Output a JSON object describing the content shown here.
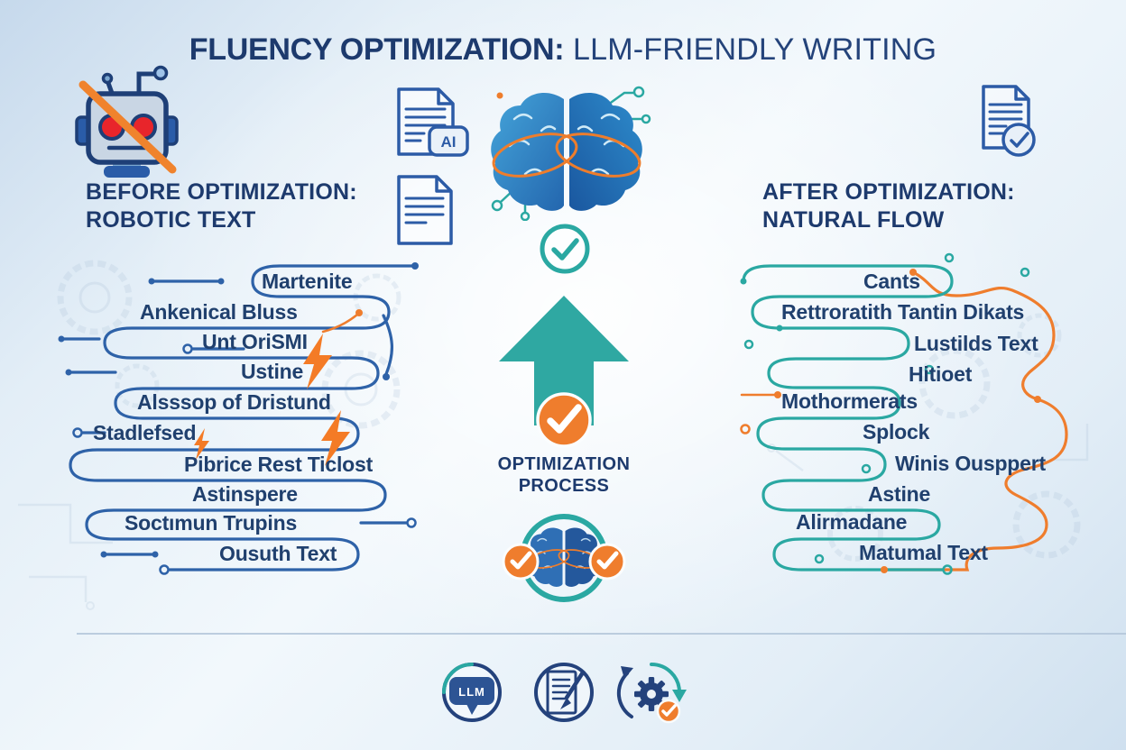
{
  "title": {
    "emphasis": "FLUENCY OPTIMIZATION:",
    "rest": " LLM-FRIENDLY WRITING"
  },
  "before_panel": {
    "heading_line1": "BEFORE OPTIMIZATION:",
    "heading_line2": "ROBOTIC TEXT",
    "items": [
      "Martenite",
      "Ankenical Bluss",
      "Unt OriSMI",
      "Ustine",
      "Alsssop of Dristund",
      "Stadlefsed",
      "Pibrice Rest Ticlost",
      "Astinspere",
      "Soctımun Trupins",
      "Ousuth Text"
    ]
  },
  "after_panel": {
    "heading_line1": "AFTER OPTIMIZATION:",
    "heading_line2": "NATURAL FLOW",
    "items": [
      "Cants",
      "Rettroratith Tantin Dikats",
      "Lustilds Text",
      "Hitioet",
      "Mothormerats",
      "Splock",
      "Winis Ousppert",
      "Astine",
      "Alirmadane",
      "Matumal Text"
    ]
  },
  "center": {
    "process_label_line1": "OPTIMIZATION",
    "process_label_line2": "PROCESS",
    "ai_badge_label": "AI"
  },
  "footer": {
    "llm_bubble_label": "LLM"
  },
  "icons": {
    "left_top": "robot-crossed-icon",
    "center_docs": [
      "ai-document-icon",
      "document-icon"
    ],
    "center_flow": [
      "brain-infinity-icon",
      "check-circle-teal-icon",
      "up-arrow-icon",
      "check-circle-orange-icon",
      "brain-ring-checks-icon"
    ],
    "right_top": "document-check-icon",
    "footer": [
      "llm-chat-icon",
      "document-pen-icon",
      "gear-sync-check-icon"
    ],
    "accents": [
      "lightning-bolt-icon",
      "circuit-node-dot"
    ]
  },
  "colors": {
    "navy_text": "#1d3a6d",
    "line_navy": "#2e62a8",
    "teal": "#2aa8a2",
    "orange": "#ef7d2d",
    "robot_eye_red": "#e8252b",
    "background_edge": "#c6d9ec",
    "divider": "#b3c6d9"
  }
}
